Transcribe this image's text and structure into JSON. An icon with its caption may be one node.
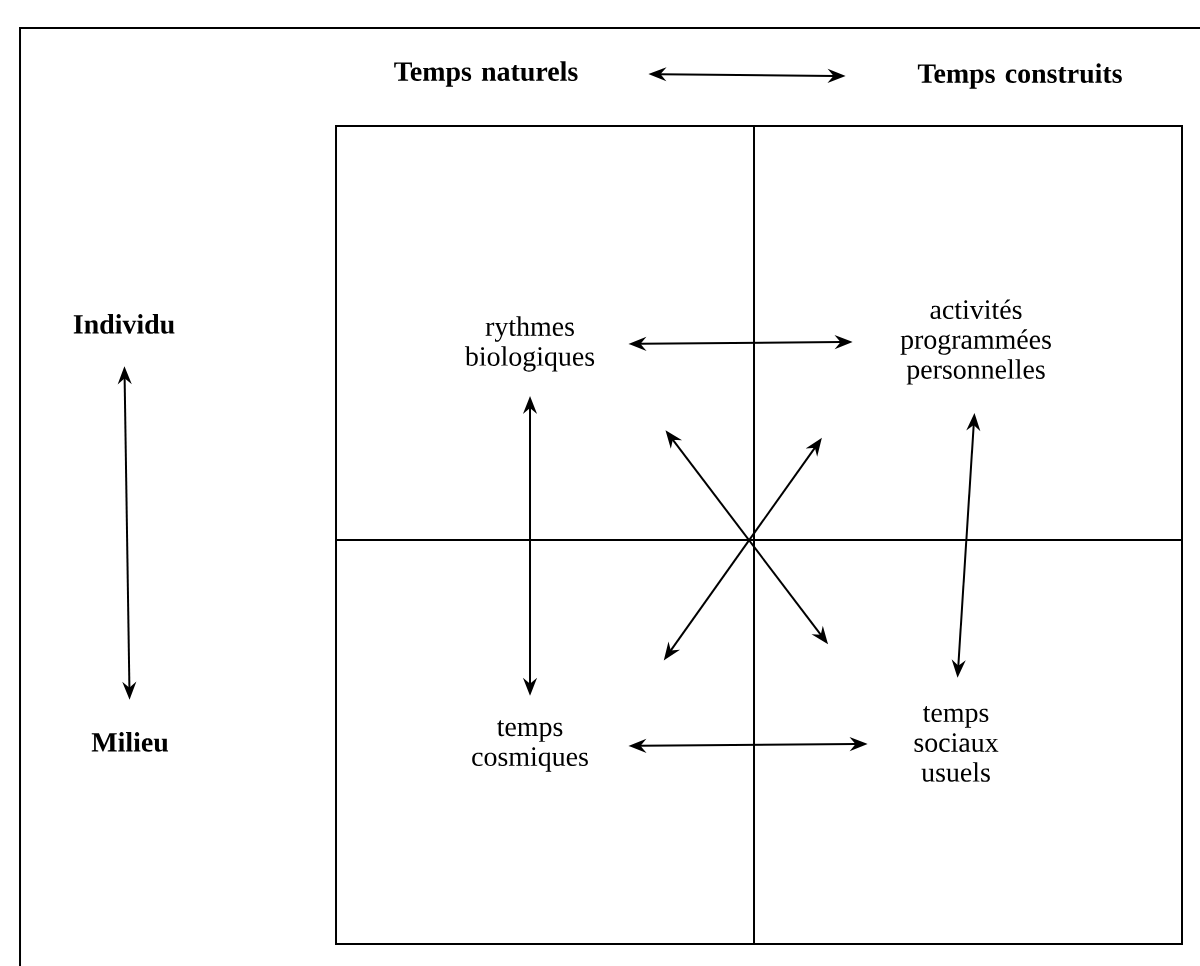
{
  "diagram": {
    "nodes": [
      {
        "text": [
          "Temps naturels"
        ]
      },
      {
        "text": [
          "Temps construits"
        ]
      },
      {
        "text": [
          "Individu"
        ]
      },
      {
        "text": [
          "Milieu"
        ]
      },
      {
        "text": [
          "rythmes biologiques"
        ]
      },
      {
        "text": [
          "activités programmées personnelles"
        ]
      },
      {
        "text": [
          "temps cosmiques"
        ]
      },
      {
        "text": [
          "temps sociaux usuels"
        ]
      }
    ],
    "edges": [
      {
        "from": 0,
        "to": 1,
        "arrow": "both"
      },
      {
        "from": 2,
        "to": 3,
        "arrow": "both"
      },
      {
        "from": 4,
        "to": 5,
        "arrow": "both"
      },
      {
        "from": 6,
        "to": 7,
        "arrow": "both"
      },
      {
        "from": 4,
        "to": 6,
        "arrow": "both"
      },
      {
        "from": 5,
        "to": 7,
        "arrow": "both"
      },
      {
        "from": 4,
        "to": 7,
        "arrow": "both"
      },
      {
        "from": 5,
        "to": 6,
        "arrow": "both"
      }
    ]
  }
}
